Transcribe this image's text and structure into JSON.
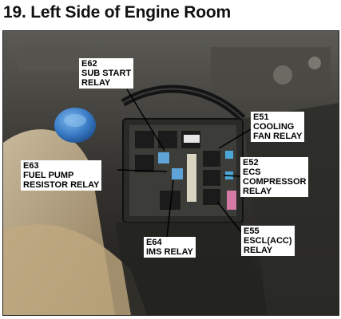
{
  "title": "19. Left Side of Engine Room",
  "callouts": {
    "e62": {
      "code": "E62",
      "line1": "SUB START",
      "line2": "RELAY"
    },
    "e51": {
      "code": "E51",
      "line1": "COOLING",
      "line2": "FAN RELAY"
    },
    "e63": {
      "code": "E63",
      "line1": "FUEL PUMP",
      "line2": "RESISTOR RELAY"
    },
    "e52": {
      "code": "E52",
      "line1": "ECS",
      "line2": "COMPRESSOR",
      "line3": "RELAY"
    },
    "e64": {
      "code": "E64",
      "line1": "IMS RELAY"
    },
    "e55": {
      "code": "E55",
      "line1": "ESCL(ACC)",
      "line2": "RELAY"
    }
  }
}
